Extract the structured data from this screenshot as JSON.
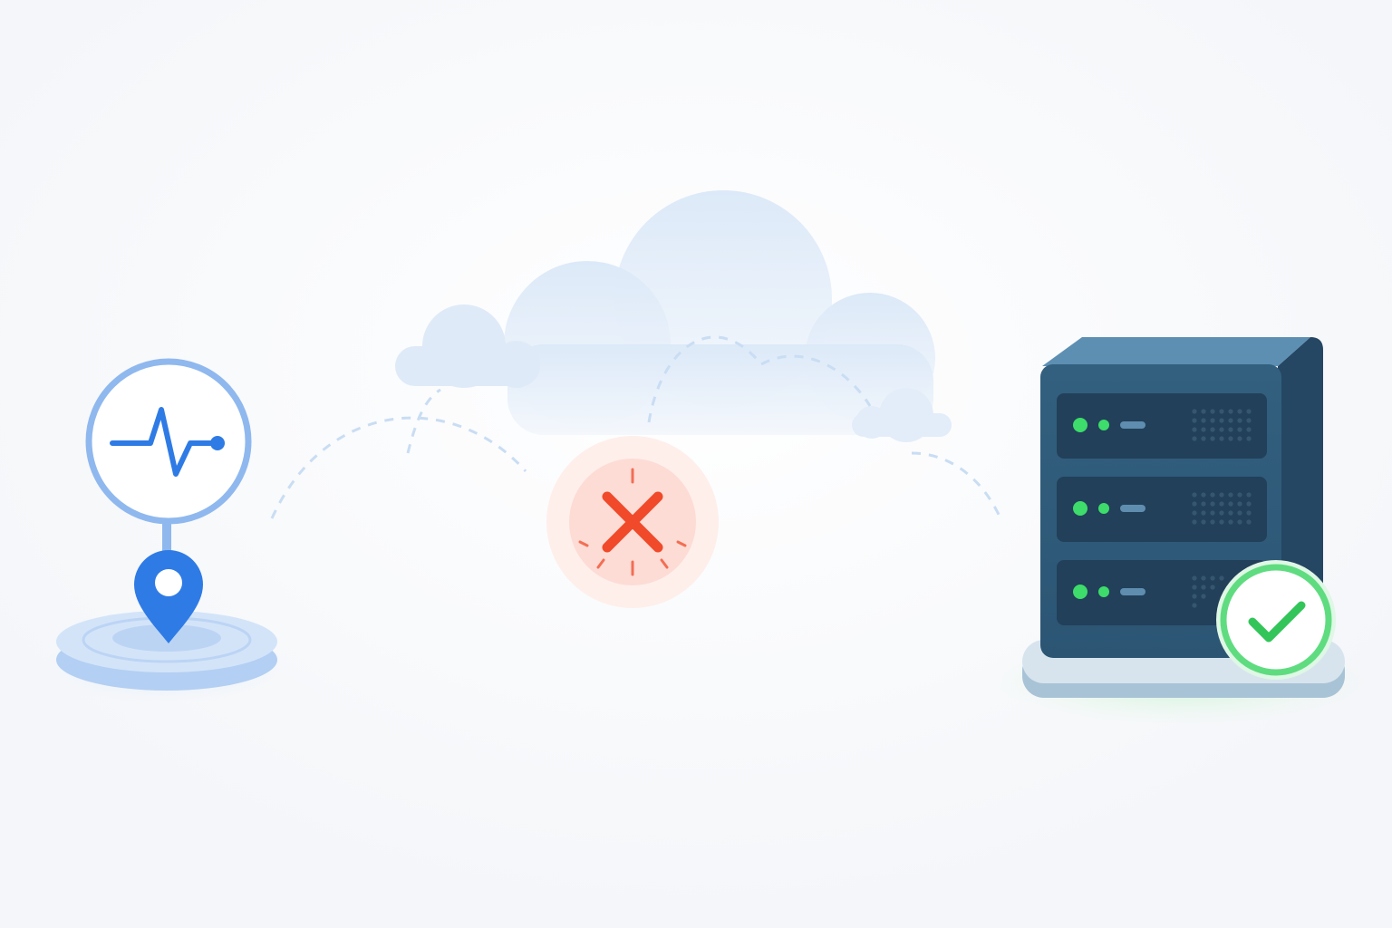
{
  "diagram": {
    "source": {
      "icons": [
        "activity-monitor-icon",
        "location-pin-icon"
      ],
      "status": "monitoring"
    },
    "connection": {
      "status": "failed",
      "icon": "error-x-icon",
      "style": "dashed"
    },
    "target": {
      "icon": "server-rack-icon",
      "status": "online",
      "badge_icon": "checkmark-icon",
      "units": [
        {
          "leds": [
            "green",
            "green"
          ]
        },
        {
          "leds": [
            "green",
            "green"
          ]
        },
        {
          "leds": [
            "green",
            "green"
          ]
        }
      ]
    },
    "background": {
      "icons": [
        "cloud-icon",
        "cloud-icon",
        "cloud-icon"
      ]
    },
    "colors": {
      "accent_blue": "#2f7be5",
      "ring_blue": "#8fb8ee",
      "error_red": "#f04a2a",
      "server_dark": "#2b4f6e",
      "server_light": "#3a6a8d",
      "led_green": "#3ddc6b",
      "ok_green": "#33c55a",
      "cloud": "#e6f0fb"
    }
  }
}
